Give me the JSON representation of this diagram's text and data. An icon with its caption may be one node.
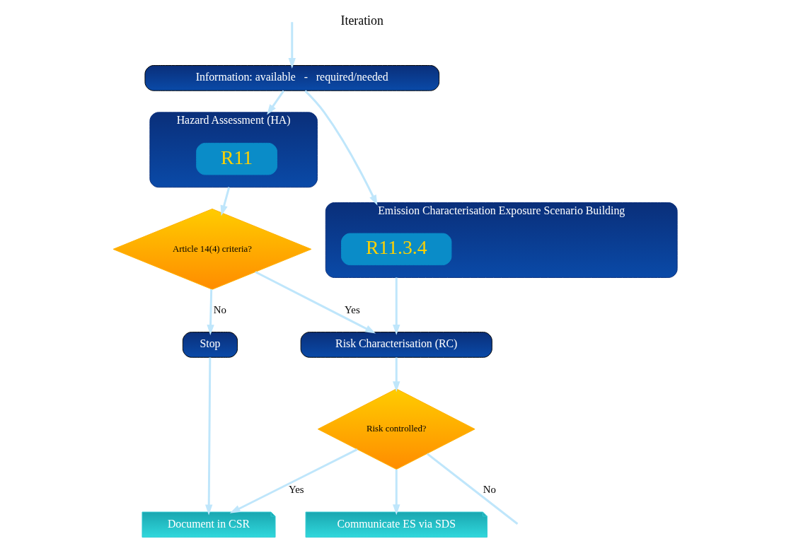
{
  "diagram": {
    "nodes": [
      {
        "text": [
          "Information: available   -   required/needed"
        ]
      },
      {
        "text": [
          "Hazard Assessment (HA)"
        ]
      },
      {
        "text": [
          "R11"
        ],
        "in": 1
      },
      {
        "text": [
          "Emission Characterisation Exposure Scenario Building"
        ]
      },
      {
        "text": [
          "R11.3.4"
        ],
        "in": 3
      },
      {
        "text": [
          "Article 14(4) criteria?"
        ]
      },
      {
        "text": [
          "Stop"
        ]
      },
      {
        "text": [
          "Risk Characterisation (RC)"
        ]
      },
      {
        "text": [
          "Risk controlled?"
        ]
      },
      {
        "text": [
          "Document in CSR"
        ]
      },
      {
        "text": [
          "Communicate ES via SDS"
        ]
      }
    ],
    "edges": [
      {
        "from": 0,
        "to": 1,
        "arrow": "to"
      },
      {
        "from": 0,
        "to": 3,
        "arrow": "to"
      },
      {
        "from": 1,
        "to": 5,
        "arrow": "to"
      },
      {
        "from": 3,
        "to": 7,
        "arrow": "to"
      },
      {
        "from": 5,
        "to": 6,
        "arrow": "to",
        "label": "No"
      },
      {
        "from": 5,
        "to": 7,
        "arrow": "to",
        "label": "Yes"
      },
      {
        "from": 7,
        "to": 8,
        "arrow": "to"
      },
      {
        "from": 6,
        "to": 9,
        "arrow": "to"
      },
      {
        "from": 8,
        "to": 9,
        "arrow": "to",
        "label": "Yes"
      },
      {
        "from": 8,
        "to": 10,
        "arrow": "to"
      },
      {
        "from": 8,
        "to": null,
        "arrow": "none",
        "label": "No"
      },
      {
        "from": null,
        "to": 0,
        "arrow": "to"
      }
    ],
    "labels": [
      "Iteration"
    ]
  }
}
